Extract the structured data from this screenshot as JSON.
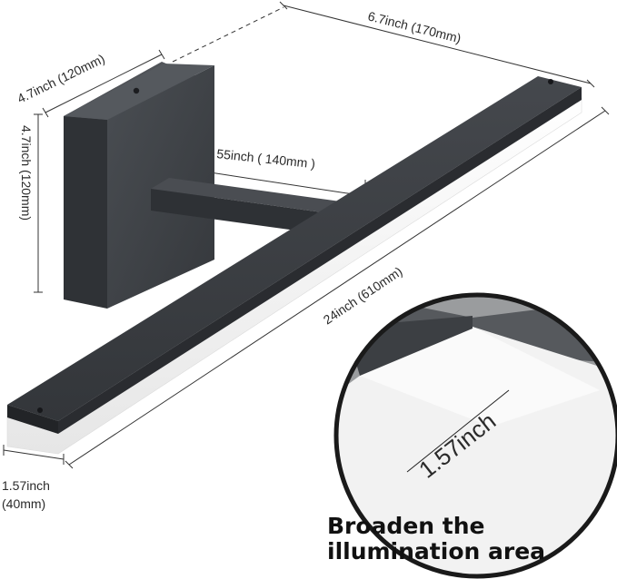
{
  "dimensions": {
    "top_depth": "6.7inch (170mm)",
    "plate_width": "4.7inch (120mm)",
    "plate_height": "4.7inch (120mm)",
    "arm_length": "55inch ( 140mm )",
    "bar_length": "24inch (610mm)",
    "bar_height_left": "1.57inch",
    "bar_height_left_mm": "(40mm)",
    "zoom_height": "1.57inch"
  },
  "caption": {
    "line1": "Broaden the",
    "line2": "illumination area"
  },
  "colors": {
    "fixture_dark": "#3a3d41",
    "fixture_mid": "#4a4d52",
    "diffuser": "#f4f4f4",
    "zoom_border": "#1a1a1a"
  }
}
